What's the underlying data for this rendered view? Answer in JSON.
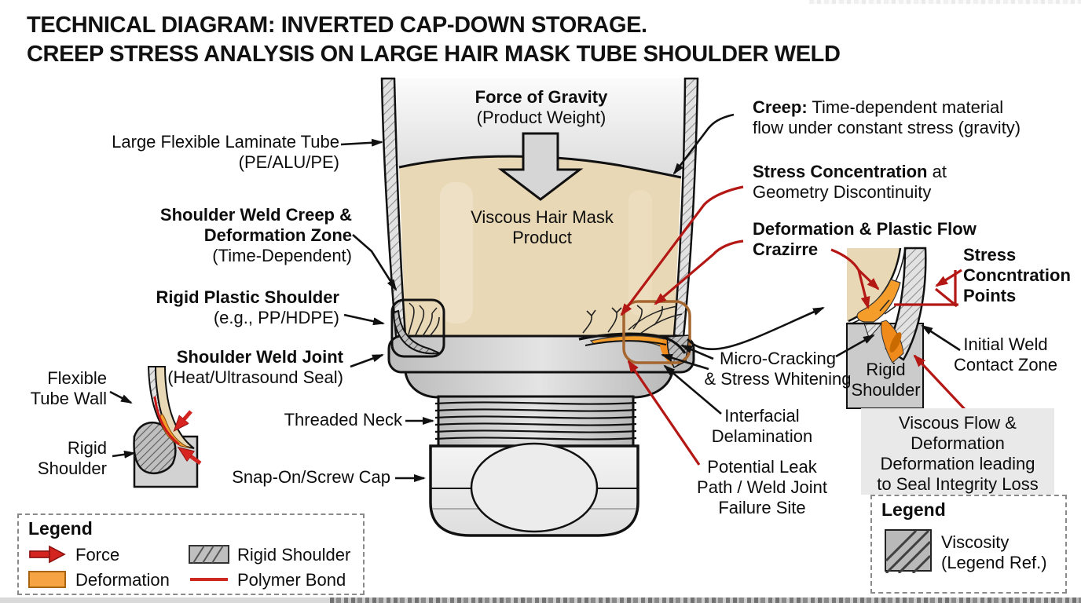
{
  "title": {
    "line1": "TECHNICAL DIAGRAM: INVERTED CAP-DOWN STORAGE.",
    "line2": "CREEP STRESS ANALYSIS ON LARGE HAIR MASK TUBE SHOULDER WELD"
  },
  "left_labels": {
    "laminate": {
      "l1": "Large Flexible Laminate Tube",
      "l2": "(PE/ALU/PE)"
    },
    "creepzone": {
      "l1": "Shoulder Weld Creep &",
      "l2": "Deformation Zone",
      "l3": "(Time-Dependent)"
    },
    "rigidplastic": {
      "l1": "Rigid Plastic Shoulder",
      "l2": "(e.g., PP/HDPE)"
    },
    "weldjoint": {
      "l1": "Shoulder Weld Joint",
      "l2": "(Heat/Ultrasound Seal)"
    },
    "threaded": "Threaded Neck",
    "cap": "Snap-On/Screw Cap"
  },
  "left_inset": {
    "flex": {
      "l1": "Flexible",
      "l2": "Tube Wall"
    },
    "rigid": {
      "l1": "Rigid",
      "l2": "Shoulder"
    }
  },
  "center": {
    "gravity1": "Force of Gravity",
    "gravity2": "(Product Weight)",
    "product1": "Viscous Hair Mask",
    "product2": "Product"
  },
  "right_labels": {
    "creep": {
      "bold": "Creep:",
      "rest": " Time-dependent material",
      "l2": "flow under constant stress (gravity)"
    },
    "stress": {
      "bold": "Stress Concentration",
      "rest": " at",
      "l2": "Geometry Discontinuity"
    },
    "deform": {
      "l1": "Deformation & Plastic Flow",
      "l2": "Crazirre"
    },
    "micro": {
      "l1": "Micro-Cracking",
      "l2": "& Stress Whitening"
    },
    "inter": {
      "l1": "Interfacial",
      "l2": "Delamination"
    },
    "leak": {
      "l1": "Potential Leak",
      "l2": "Path / Weld Joint",
      "l3": "Failure Site"
    }
  },
  "right_inset": {
    "stress_points": {
      "l1": "Stress",
      "l2": "Concntration",
      "l3": "Points"
    },
    "initial_weld": {
      "l1": "Initial Weld",
      "l2": "Contact Zone"
    },
    "rigid": {
      "l1": "Rigid",
      "l2": "Shoulder"
    }
  },
  "info_box": {
    "l1": "Viscous Flow &",
    "l2": "Deformation",
    "l3": "Deformation leading",
    "l4": "to Seal Integrity Loss"
  },
  "legend_left": {
    "title": "Legend",
    "force": "Force",
    "deformation": "Deformation",
    "rigid_shoulder": "Rigid Shoulder",
    "polymer_bond": "Polymer Bond"
  },
  "legend_right": {
    "title": "Legend",
    "viscosity1": "Viscosity",
    "viscosity2": "(Legend Ref.)"
  },
  "colors": {
    "product_tan": "#e9d8b5",
    "deformation_orange": "#f59d2a",
    "force_red": "#d42420",
    "connector_red": "#b41815",
    "highlight_brown": "#a5672f",
    "shoulder_gray": "#cdcdcd",
    "cap_gray": "#eeeeee",
    "info_box_gray": "#e9e9e9"
  }
}
